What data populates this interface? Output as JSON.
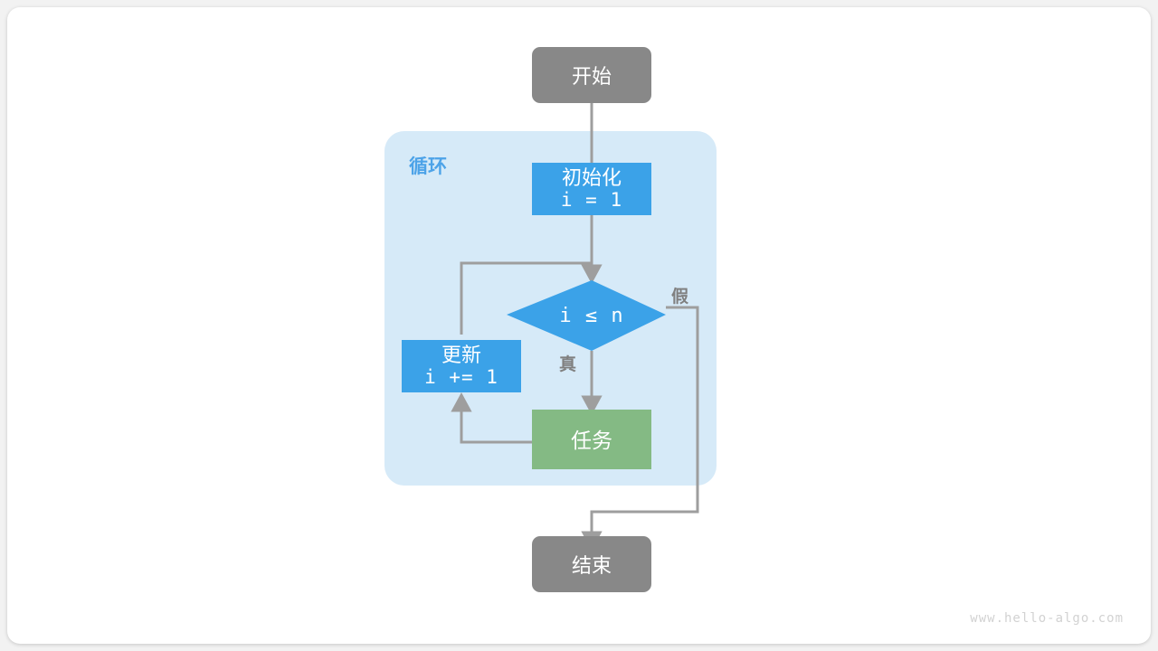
{
  "page": {
    "background_color": "#f2f2f2",
    "card_color": "#ffffff",
    "watermark": "www.hello-algo.com"
  },
  "palette": {
    "terminal_gray": "#888888",
    "process_blue": "#3ba2e8",
    "task_green": "#84ba84",
    "loop_container_blue": "#d6eaf8",
    "arrow_gray": "#9e9e9e",
    "label_gray": "#808080",
    "loop_title_blue": "#4da3e8",
    "node_text": "#ffffff"
  },
  "diagram": {
    "type": "flowchart",
    "nodes": {
      "start": {
        "label": "开始",
        "shape": "rounded-rectangle",
        "color": "#888888"
      },
      "init": {
        "label": "初始化",
        "code": "i = 1",
        "shape": "rectangle",
        "color": "#3ba2e8"
      },
      "condition": {
        "label": "i ≤ n",
        "shape": "diamond",
        "color": "#3ba2e8"
      },
      "update": {
        "label": "更新",
        "code": "i += 1",
        "shape": "rectangle",
        "color": "#3ba2e8"
      },
      "task": {
        "label": "任务",
        "shape": "rectangle",
        "color": "#84ba84"
      },
      "end": {
        "label": "结束",
        "shape": "rounded-rectangle",
        "color": "#888888"
      }
    },
    "container": {
      "title": "循环",
      "color": "#d6eaf8"
    },
    "edge_labels": {
      "true": "真",
      "false": "假"
    }
  }
}
